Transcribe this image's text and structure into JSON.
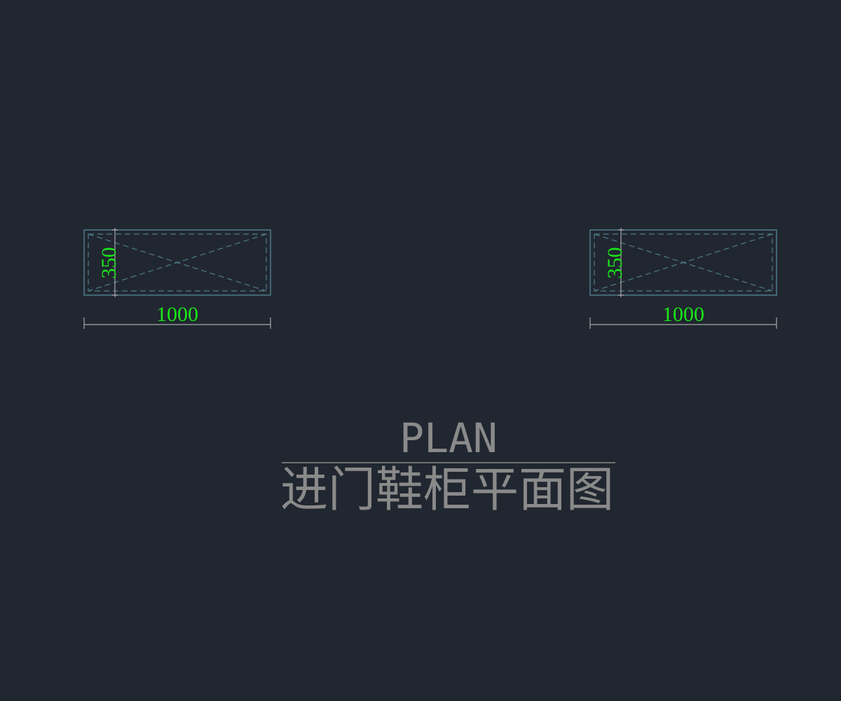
{
  "colors": {
    "background": "#212730",
    "outline": "#4f7c8c",
    "hidden_line": "#4f7c8c",
    "dimension_line": "#a8a8a8",
    "dimension_text": "#19e619",
    "title_text": "#8a8a8a"
  },
  "plans": [
    {
      "width_label": "1000",
      "depth_label": "350"
    },
    {
      "width_label": "1000",
      "depth_label": "350"
    }
  ],
  "title": {
    "english": "PLAN",
    "chinese": "进门鞋柜平面图"
  }
}
